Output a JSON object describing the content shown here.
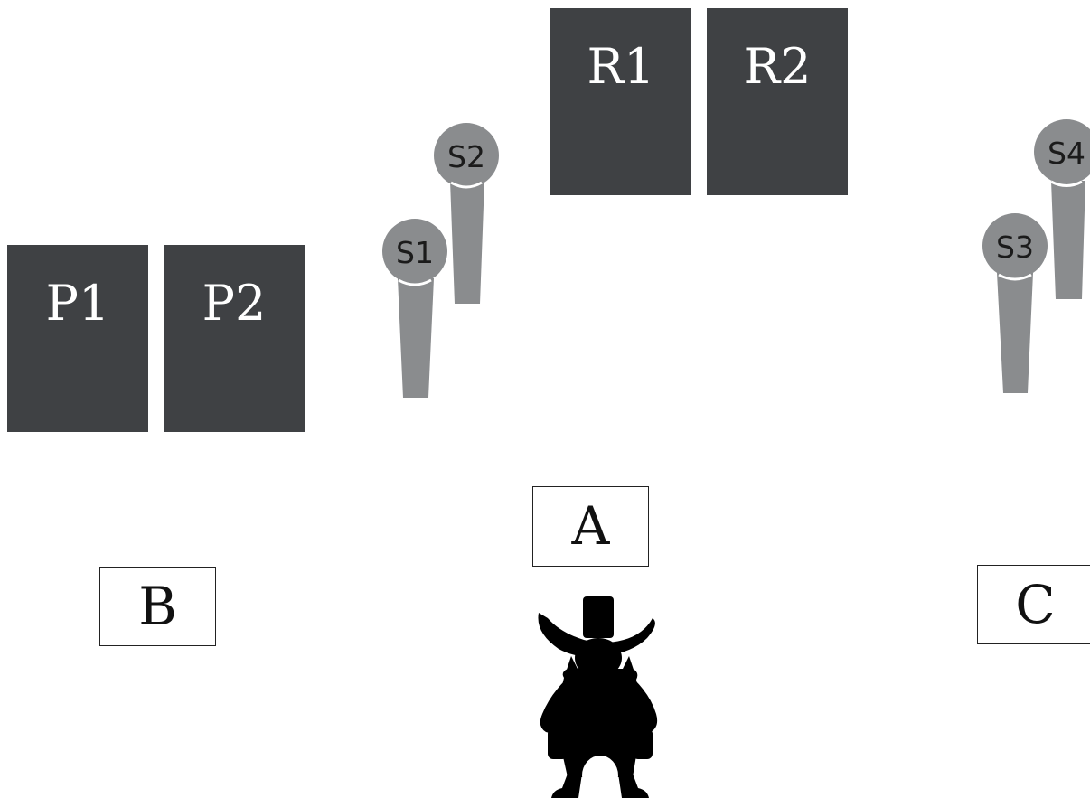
{
  "speakers": {
    "r1": "R1",
    "r2": "R2",
    "p1": "P1",
    "p2": "P2"
  },
  "spotlights": {
    "s1": "S1",
    "s2": "S2",
    "s3": "S3",
    "s4": "S4"
  },
  "positions": {
    "a": "A",
    "b": "B",
    "c": "C"
  },
  "colors": {
    "speaker": "#3f4144",
    "spotlight": "#8a8c8e",
    "figure": "#000000"
  },
  "icons": {
    "figure": "cowboy-silhouette-icon",
    "spotlight": "spotlight-icon"
  }
}
